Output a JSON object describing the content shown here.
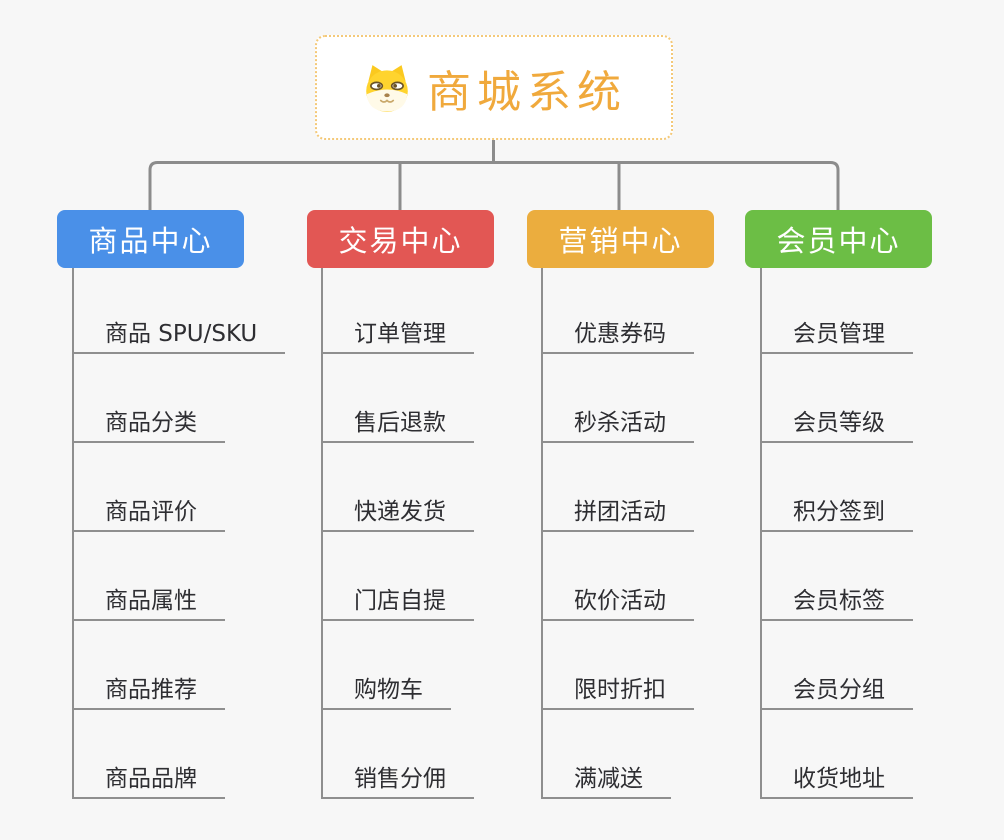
{
  "root": {
    "title": "商城系统",
    "icon": "dog-face-icon"
  },
  "branches": [
    {
      "id": "product",
      "label": "商品中心",
      "color": "#4A90E8",
      "children": [
        "商品 SPU/SKU",
        "商品分类",
        "商品评价",
        "商品属性",
        "商品推荐",
        "商品品牌"
      ]
    },
    {
      "id": "trade",
      "label": "交易中心",
      "color": "#E25754",
      "children": [
        "订单管理",
        "售后退款",
        "快递发货",
        "门店自提",
        "购物车",
        "销售分佣"
      ]
    },
    {
      "id": "marketing",
      "label": "营销中心",
      "color": "#EBAD3E",
      "children": [
        "优惠券码",
        "秒杀活动",
        "拼团活动",
        "砍价活动",
        "限时折扣",
        "满减送"
      ]
    },
    {
      "id": "member",
      "label": "会员中心",
      "color": "#6CBE45",
      "children": [
        "会员管理",
        "会员等级",
        "积分签到",
        "会员标签",
        "会员分组",
        "收货地址"
      ]
    }
  ],
  "palette": {
    "background": "#F7F7F7",
    "connector_line": "#8C8C8C",
    "underline": "#8F8F8F",
    "root_border": "#F4C979",
    "root_text": "#F0A93C",
    "item_text": "#2E2E32"
  }
}
